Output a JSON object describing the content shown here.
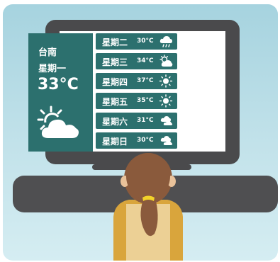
{
  "today": {
    "city": "台南",
    "day": "星期一",
    "temp": "33°C",
    "icon": "sun-behind-cloud-icon"
  },
  "forecast": [
    {
      "day": "星期二",
      "temp": "30°C",
      "icon": "rain-cloud-icon"
    },
    {
      "day": "星期三",
      "temp": "34°C",
      "icon": "sun-cloud-icon"
    },
    {
      "day": "星期四",
      "temp": "37°C",
      "icon": "sun-icon"
    },
    {
      "day": "星期五",
      "temp": "35°C",
      "icon": "sun-icon"
    },
    {
      "day": "星期六",
      "temp": "31°C",
      "icon": "cloudy-icon"
    },
    {
      "day": "星期日",
      "temp": "30°C",
      "icon": "cloudy-icon"
    }
  ],
  "colors": {
    "panel": "#2c706e",
    "monitor": "#4a4a4c",
    "background": "#b4dbe5",
    "shirt": "#e8c98a",
    "hair": "#8a5a3c"
  }
}
